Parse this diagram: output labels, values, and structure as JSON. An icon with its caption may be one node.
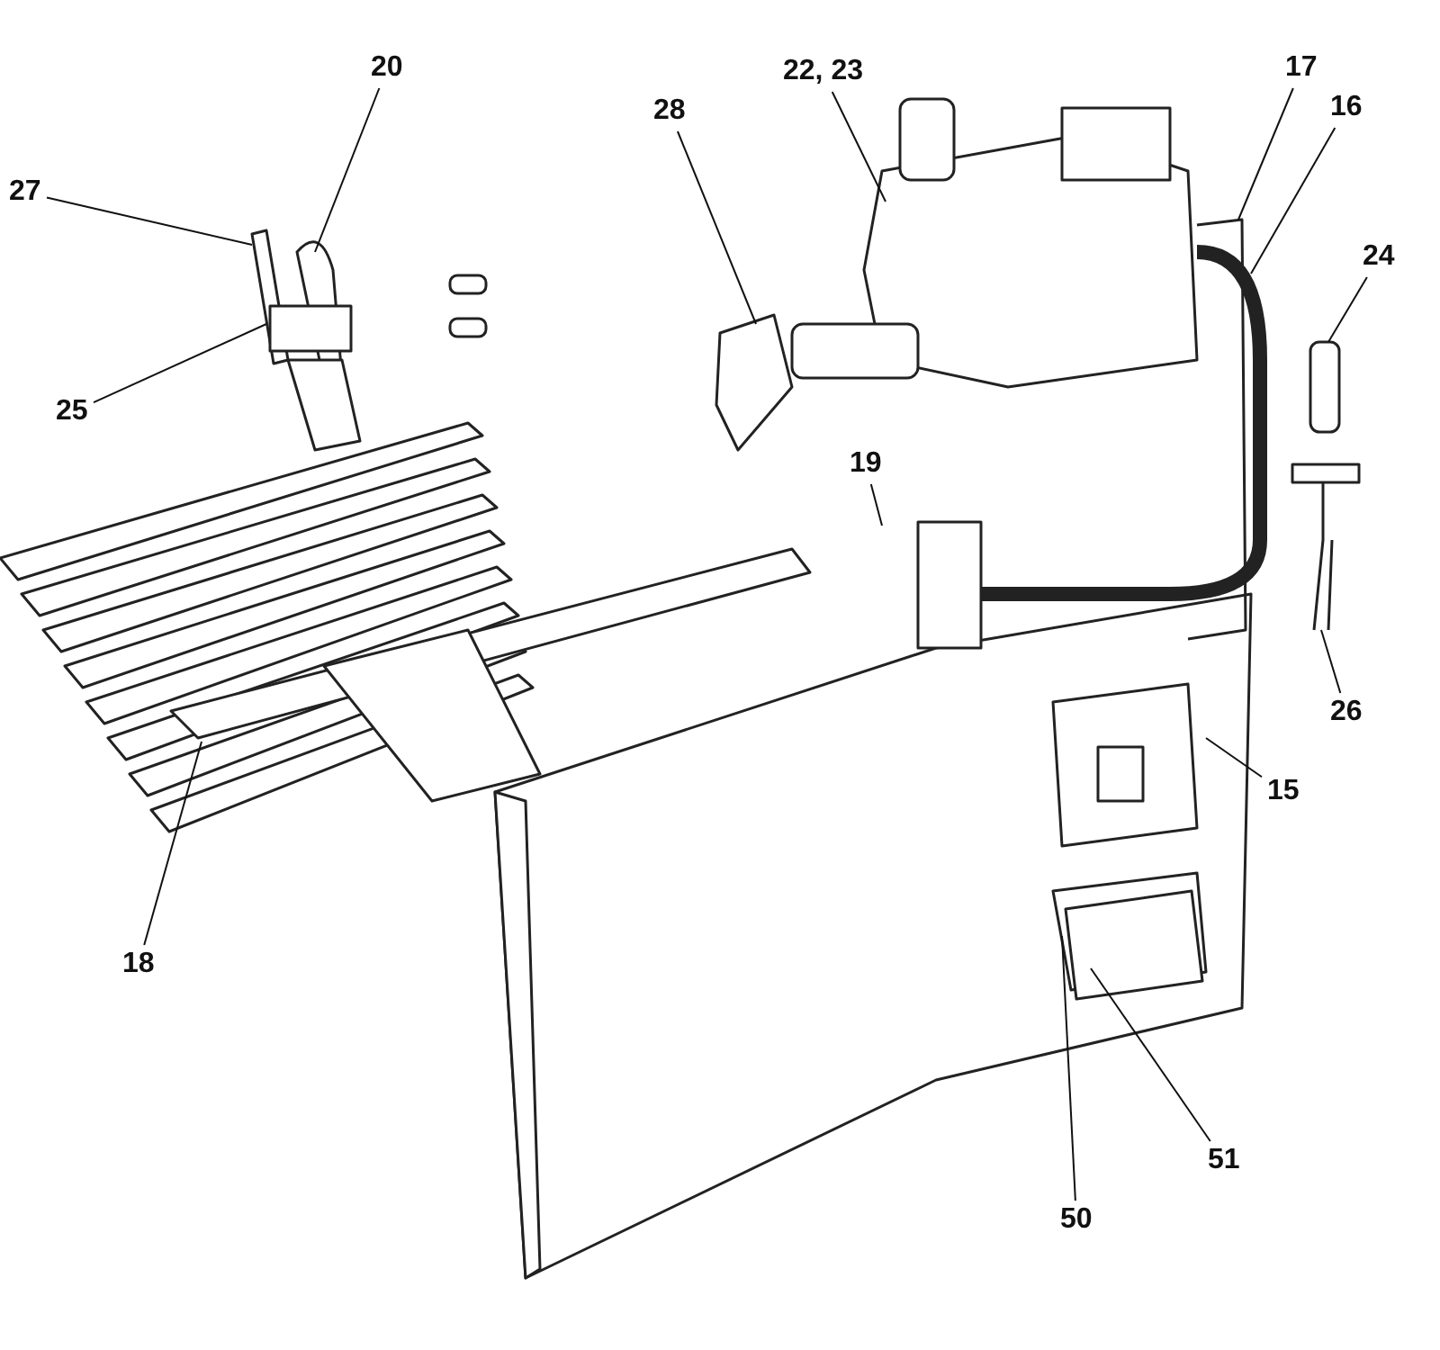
{
  "diagram": {
    "nodes": [
      {
        "text": [
          "20"
        ]
      },
      {
        "text": [
          "22, 23"
        ]
      },
      {
        "text": [
          "17"
        ]
      },
      {
        "text": [
          "28"
        ]
      },
      {
        "text": [
          "16"
        ]
      },
      {
        "text": [
          "27"
        ]
      },
      {
        "text": [
          "24"
        ]
      },
      {
        "text": [
          "25"
        ]
      },
      {
        "text": [
          "19"
        ]
      },
      {
        "text": [
          "26"
        ]
      },
      {
        "text": [
          "15"
        ]
      },
      {
        "text": [
          "18"
        ]
      },
      {
        "text": [
          "51"
        ]
      },
      {
        "text": [
          "50"
        ]
      }
    ],
    "edges": [
      {
        "from": 0,
        "to": null,
        "arrow": "none"
      },
      {
        "from": 1,
        "to": null,
        "arrow": "none"
      },
      {
        "from": 2,
        "to": null,
        "arrow": "none"
      },
      {
        "from": 3,
        "to": null,
        "arrow": "none"
      },
      {
        "from": 4,
        "to": null,
        "arrow": "none"
      },
      {
        "from": 5,
        "to": null,
        "arrow": "none"
      },
      {
        "from": 6,
        "to": null,
        "arrow": "none"
      },
      {
        "from": 7,
        "to": null,
        "arrow": "none"
      },
      {
        "from": 8,
        "to": null,
        "arrow": "none"
      },
      {
        "from": 9,
        "to": null,
        "arrow": "none"
      },
      {
        "from": 10,
        "to": null,
        "arrow": "none"
      },
      {
        "from": 11,
        "to": null,
        "arrow": "none"
      },
      {
        "from": 12,
        "to": null,
        "arrow": "none"
      },
      {
        "from": 13,
        "to": null,
        "arrow": "none"
      }
    ]
  }
}
